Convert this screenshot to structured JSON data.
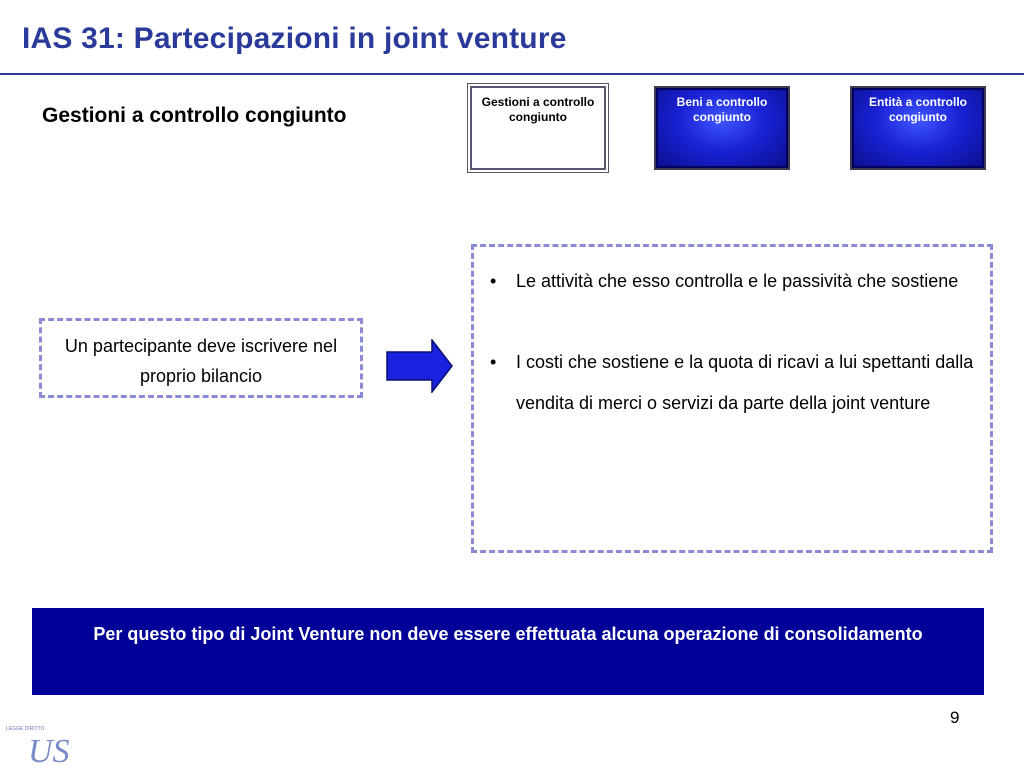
{
  "slide": {
    "title": "IAS 31: Partecipazioni in joint venture",
    "subtitle": "Gestioni a controllo congiunto",
    "page_number": "9"
  },
  "tabs": [
    {
      "label": "Gestioni a controllo congiunto",
      "active": true
    },
    {
      "label": "Beni a controllo congiunto",
      "active": false
    },
    {
      "label": "Entità a controllo congiunto",
      "active": false
    }
  ],
  "left_box": {
    "text": "Un partecipante deve iscrivere nel proprio bilancio"
  },
  "right_box": {
    "bullet_symbol": "•",
    "items": [
      "Le attività che esso controlla e le passività che sostiene",
      "I costi che sostiene e la quota di ricavi a lui spettanti dalla vendita di merci o servizi da parte della joint venture"
    ]
  },
  "banner": {
    "text": "Per questo tipo di Joint Venture non deve essere effettuata alcuna operazione di consolidamento"
  },
  "logo": {
    "small_text": "LEGGE DIRITTO",
    "letters": "US"
  },
  "colors": {
    "title": "#2a3a9a",
    "tab_blue": "#1a22d6",
    "banner": "#000099",
    "dashed_border": "#8a8ad6",
    "arrow": "#1a22e0"
  }
}
